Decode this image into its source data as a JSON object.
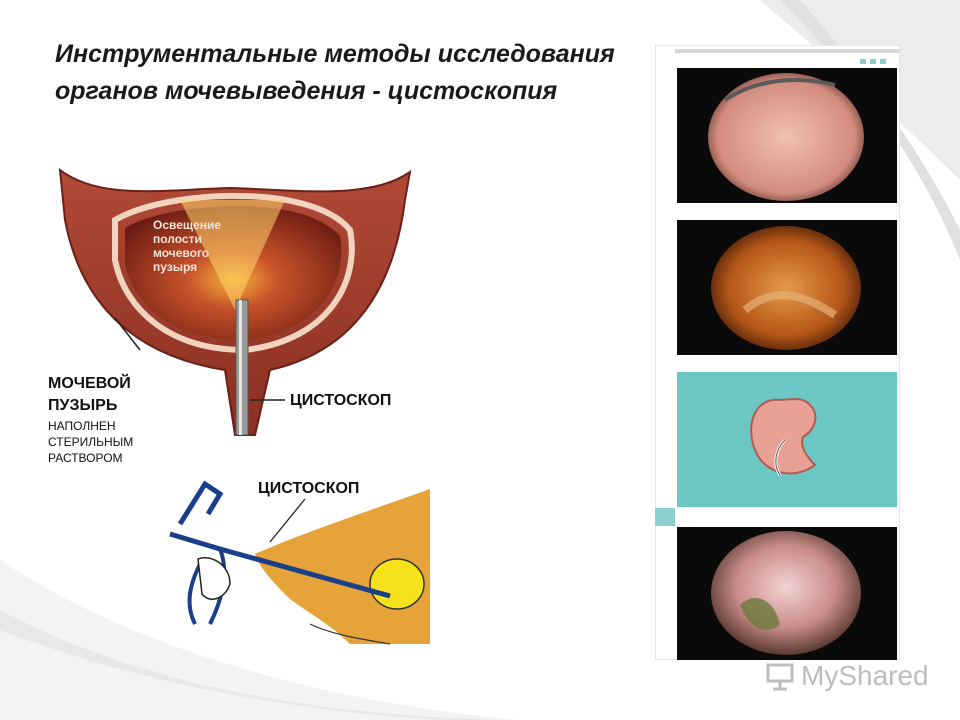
{
  "slide": {
    "title": "Инструментальные методы исследования органов мочевыведения - цистоскопия"
  },
  "bladder_figure": {
    "illumination_text": "Освещение полости мочевого пузыря",
    "bladder_label": "МОЧЕВОЙ ПУЗЫРЬ",
    "bladder_sublabel_lines": [
      "НАПОЛНЕН",
      "СТЕРИЛЬНЫМ",
      "РАСТВОРОМ"
    ],
    "cystoscope_label": "ЦИСТОСКОП"
  },
  "procedure_figure": {
    "cystoscope_label": "ЦИСТОСКОП"
  },
  "watermark": {
    "brand": "MyShared"
  }
}
